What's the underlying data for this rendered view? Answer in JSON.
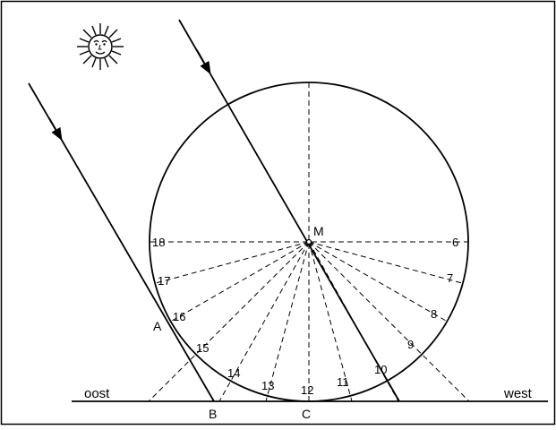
{
  "diagram": {
    "center_label": "M",
    "point_labels": {
      "A": "A",
      "B": "B",
      "C": "C"
    },
    "hour_labels": [
      "6",
      "7",
      "8",
      "9",
      "10",
      "11",
      "12",
      "13",
      "14",
      "15",
      "16",
      "17",
      "18"
    ],
    "direction_labels": {
      "east": "oost",
      "west": "west"
    },
    "sun_icon": "sun-face-icon",
    "colors": {
      "stroke": "#000000",
      "background": "#ffffff"
    }
  }
}
